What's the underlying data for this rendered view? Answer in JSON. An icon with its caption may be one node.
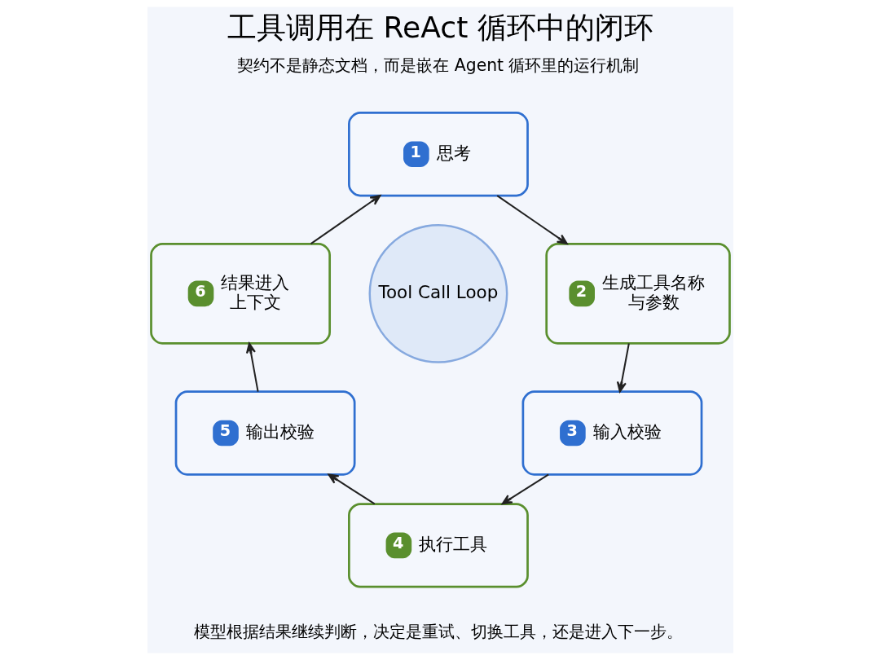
{
  "diagram": {
    "title": "工具调用在 ReAct 循环中的闭环",
    "caption": "模型根据结果继续判断，决定是重试、切换工具，还是进入下一步。",
    "nodes": [
      {
        "text": [
          "1",
          "思考"
        ]
      },
      {
        "text": [
          "6",
          "结果进入上下文"
        ]
      },
      {
        "text": [
          "Tool Call Loop"
        ]
      },
      {
        "text": [
          "2",
          "生成工具名称与参数"
        ]
      },
      {
        "text": [
          "5",
          "输出校验"
        ]
      },
      {
        "text": [
          "3",
          "输入校验"
        ]
      },
      {
        "text": [
          "4",
          "执行工具"
        ]
      }
    ],
    "edges": [
      {
        "from": 0,
        "to": 3,
        "arrow": "to"
      },
      {
        "from": 3,
        "to": 5,
        "arrow": "to"
      },
      {
        "from": 5,
        "to": 6,
        "arrow": "to"
      },
      {
        "from": 6,
        "to": 4,
        "arrow": "to"
      },
      {
        "from": 4,
        "to": 1,
        "arrow": "to"
      },
      {
        "from": 1,
        "to": 0,
        "arrow": "to"
      }
    ],
    "labels": [
      "契约不是静态文档，而是嵌在 Agent 循环里的运行机制"
    ]
  }
}
